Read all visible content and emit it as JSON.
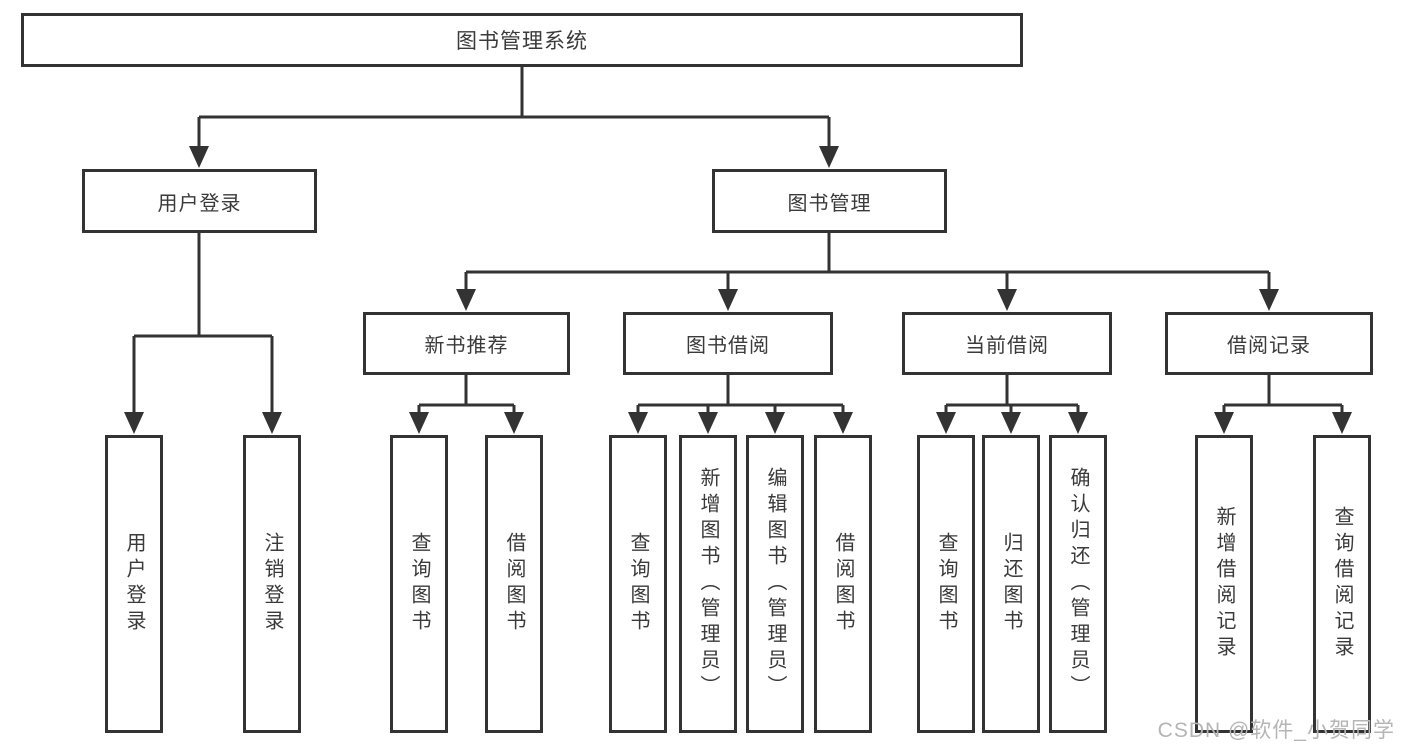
{
  "diagram_title": "图书管理系统",
  "tree": {
    "label": "图书管理系统",
    "children": [
      {
        "label": "用户登录",
        "children": [
          {
            "label": "用户登录"
          },
          {
            "label": "注销登录"
          }
        ]
      },
      {
        "label": "图书管理",
        "children": [
          {
            "label": "新书推荐",
            "children": [
              {
                "label": "查询图书"
              },
              {
                "label": "借阅图书"
              }
            ]
          },
          {
            "label": "图书借阅",
            "children": [
              {
                "label": "查询图书"
              },
              {
                "label": "新增图书（管理员）"
              },
              {
                "label": "编辑图书（管理员）"
              },
              {
                "label": "借阅图书"
              }
            ]
          },
          {
            "label": "当前借阅",
            "children": [
              {
                "label": "查询图书"
              },
              {
                "label": "归还图书"
              },
              {
                "label": "确认归还（管理员）"
              }
            ]
          },
          {
            "label": "借阅记录",
            "children": [
              {
                "label": "新增借阅记录"
              },
              {
                "label": "查询借阅记录"
              }
            ]
          }
        ]
      }
    ]
  },
  "watermark": {
    "text": "CSDN @软件_小贺同学"
  },
  "colors": {
    "line": "#333333",
    "box_border": "#333333",
    "box_fill": "#ffffff",
    "text": "#3a3a3a",
    "watermark": "#b5b5b5",
    "background": "#ffffff"
  }
}
